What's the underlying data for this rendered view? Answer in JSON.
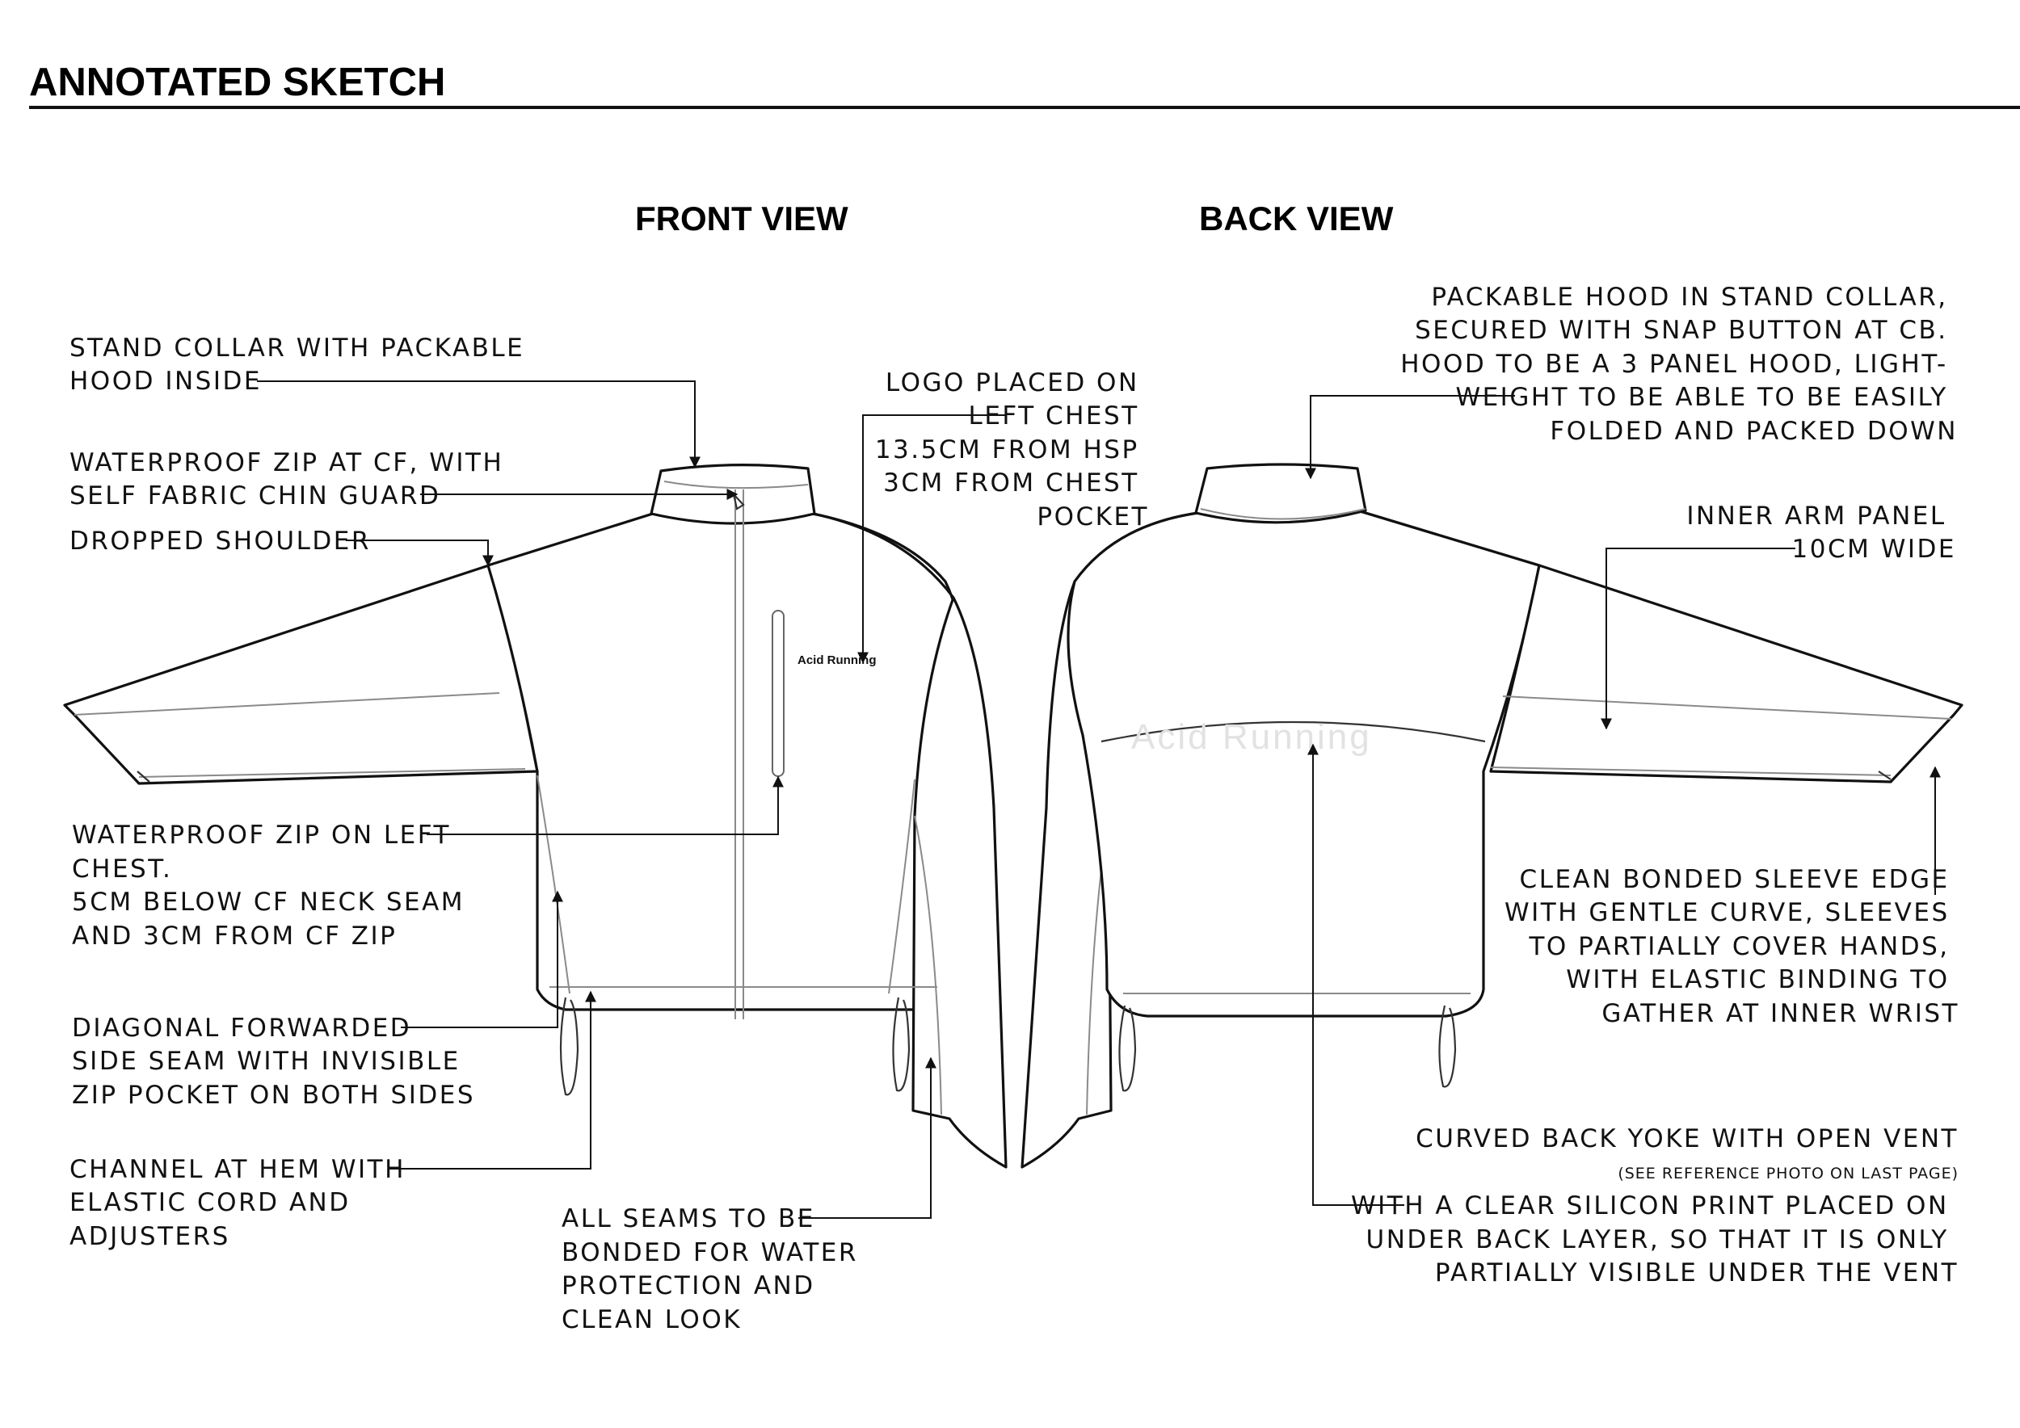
{
  "header": {
    "title": "ANNOTATED SKETCH"
  },
  "views": {
    "front": "FRONT VIEW",
    "back": "BACK VIEW"
  },
  "logo": {
    "text": "Acid Running"
  },
  "annotations": {
    "stand_collar": [
      "STAND COLLAR WITH PACKABLE",
      "HOOD INSIDE"
    ],
    "waterproof_zip_cf": [
      "WATERPROOF ZIP AT CF, WITH",
      "SELF FABRIC CHIN GUARD"
    ],
    "dropped_shoulder": [
      "DROPPED SHOULDER"
    ],
    "chest_zip": [
      "WATERPROOF ZIP ON LEFT",
      "CHEST.",
      "5CM BELOW CF NECK SEAM",
      "AND 3CM FROM CF ZIP"
    ],
    "side_seam": [
      "DIAGONAL FORWARDED",
      "SIDE SEAM WITH INVISIBLE",
      "ZIP POCKET ON BOTH SIDES"
    ],
    "hem_channel": [
      "CHANNEL AT HEM WITH",
      "ELASTIC CORD AND",
      "ADJUSTERS"
    ],
    "seams_bonded": [
      "ALL SEAMS TO BE",
      "BONDED FOR WATER",
      "PROTECTION AND",
      "CLEAN LOOK"
    ],
    "logo_placement": [
      "LOGO PLACED ON",
      "LEFT CHEST",
      "13.5CM FROM HSP",
      "3CM FROM CHEST",
      "POCKET"
    ],
    "packable_hood": [
      "PACKABLE HOOD IN STAND COLLAR,",
      "SECURED WITH SNAP BUTTON AT CB.",
      "HOOD TO BE A 3 PANEL HOOD, LIGHT-",
      "WEIGHT TO BE ABLE TO BE EASILY",
      "FOLDED AND PACKED DOWN"
    ],
    "inner_arm_panel": [
      "INNER ARM PANEL",
      "10CM WIDE"
    ],
    "sleeve_edge": [
      "CLEAN BONDED SLEEVE EDGE",
      "WITH GENTLE CURVE, SLEEVES",
      "TO PARTIALLY COVER HANDS,",
      "WITH ELASTIC BINDING TO",
      "GATHER AT INNER WRIST"
    ],
    "back_yoke": {
      "heading": "CURVED BACK YOKE WITH OPEN VENT",
      "reference": "(SEE REFERENCE PHOTO ON LAST PAGE)",
      "body": [
        "WITH A CLEAR SILICON PRINT PLACED ON",
        "UNDER BACK LAYER, SO THAT IT IS ONLY",
        "PARTIALLY VISIBLE UNDER THE VENT"
      ]
    }
  }
}
